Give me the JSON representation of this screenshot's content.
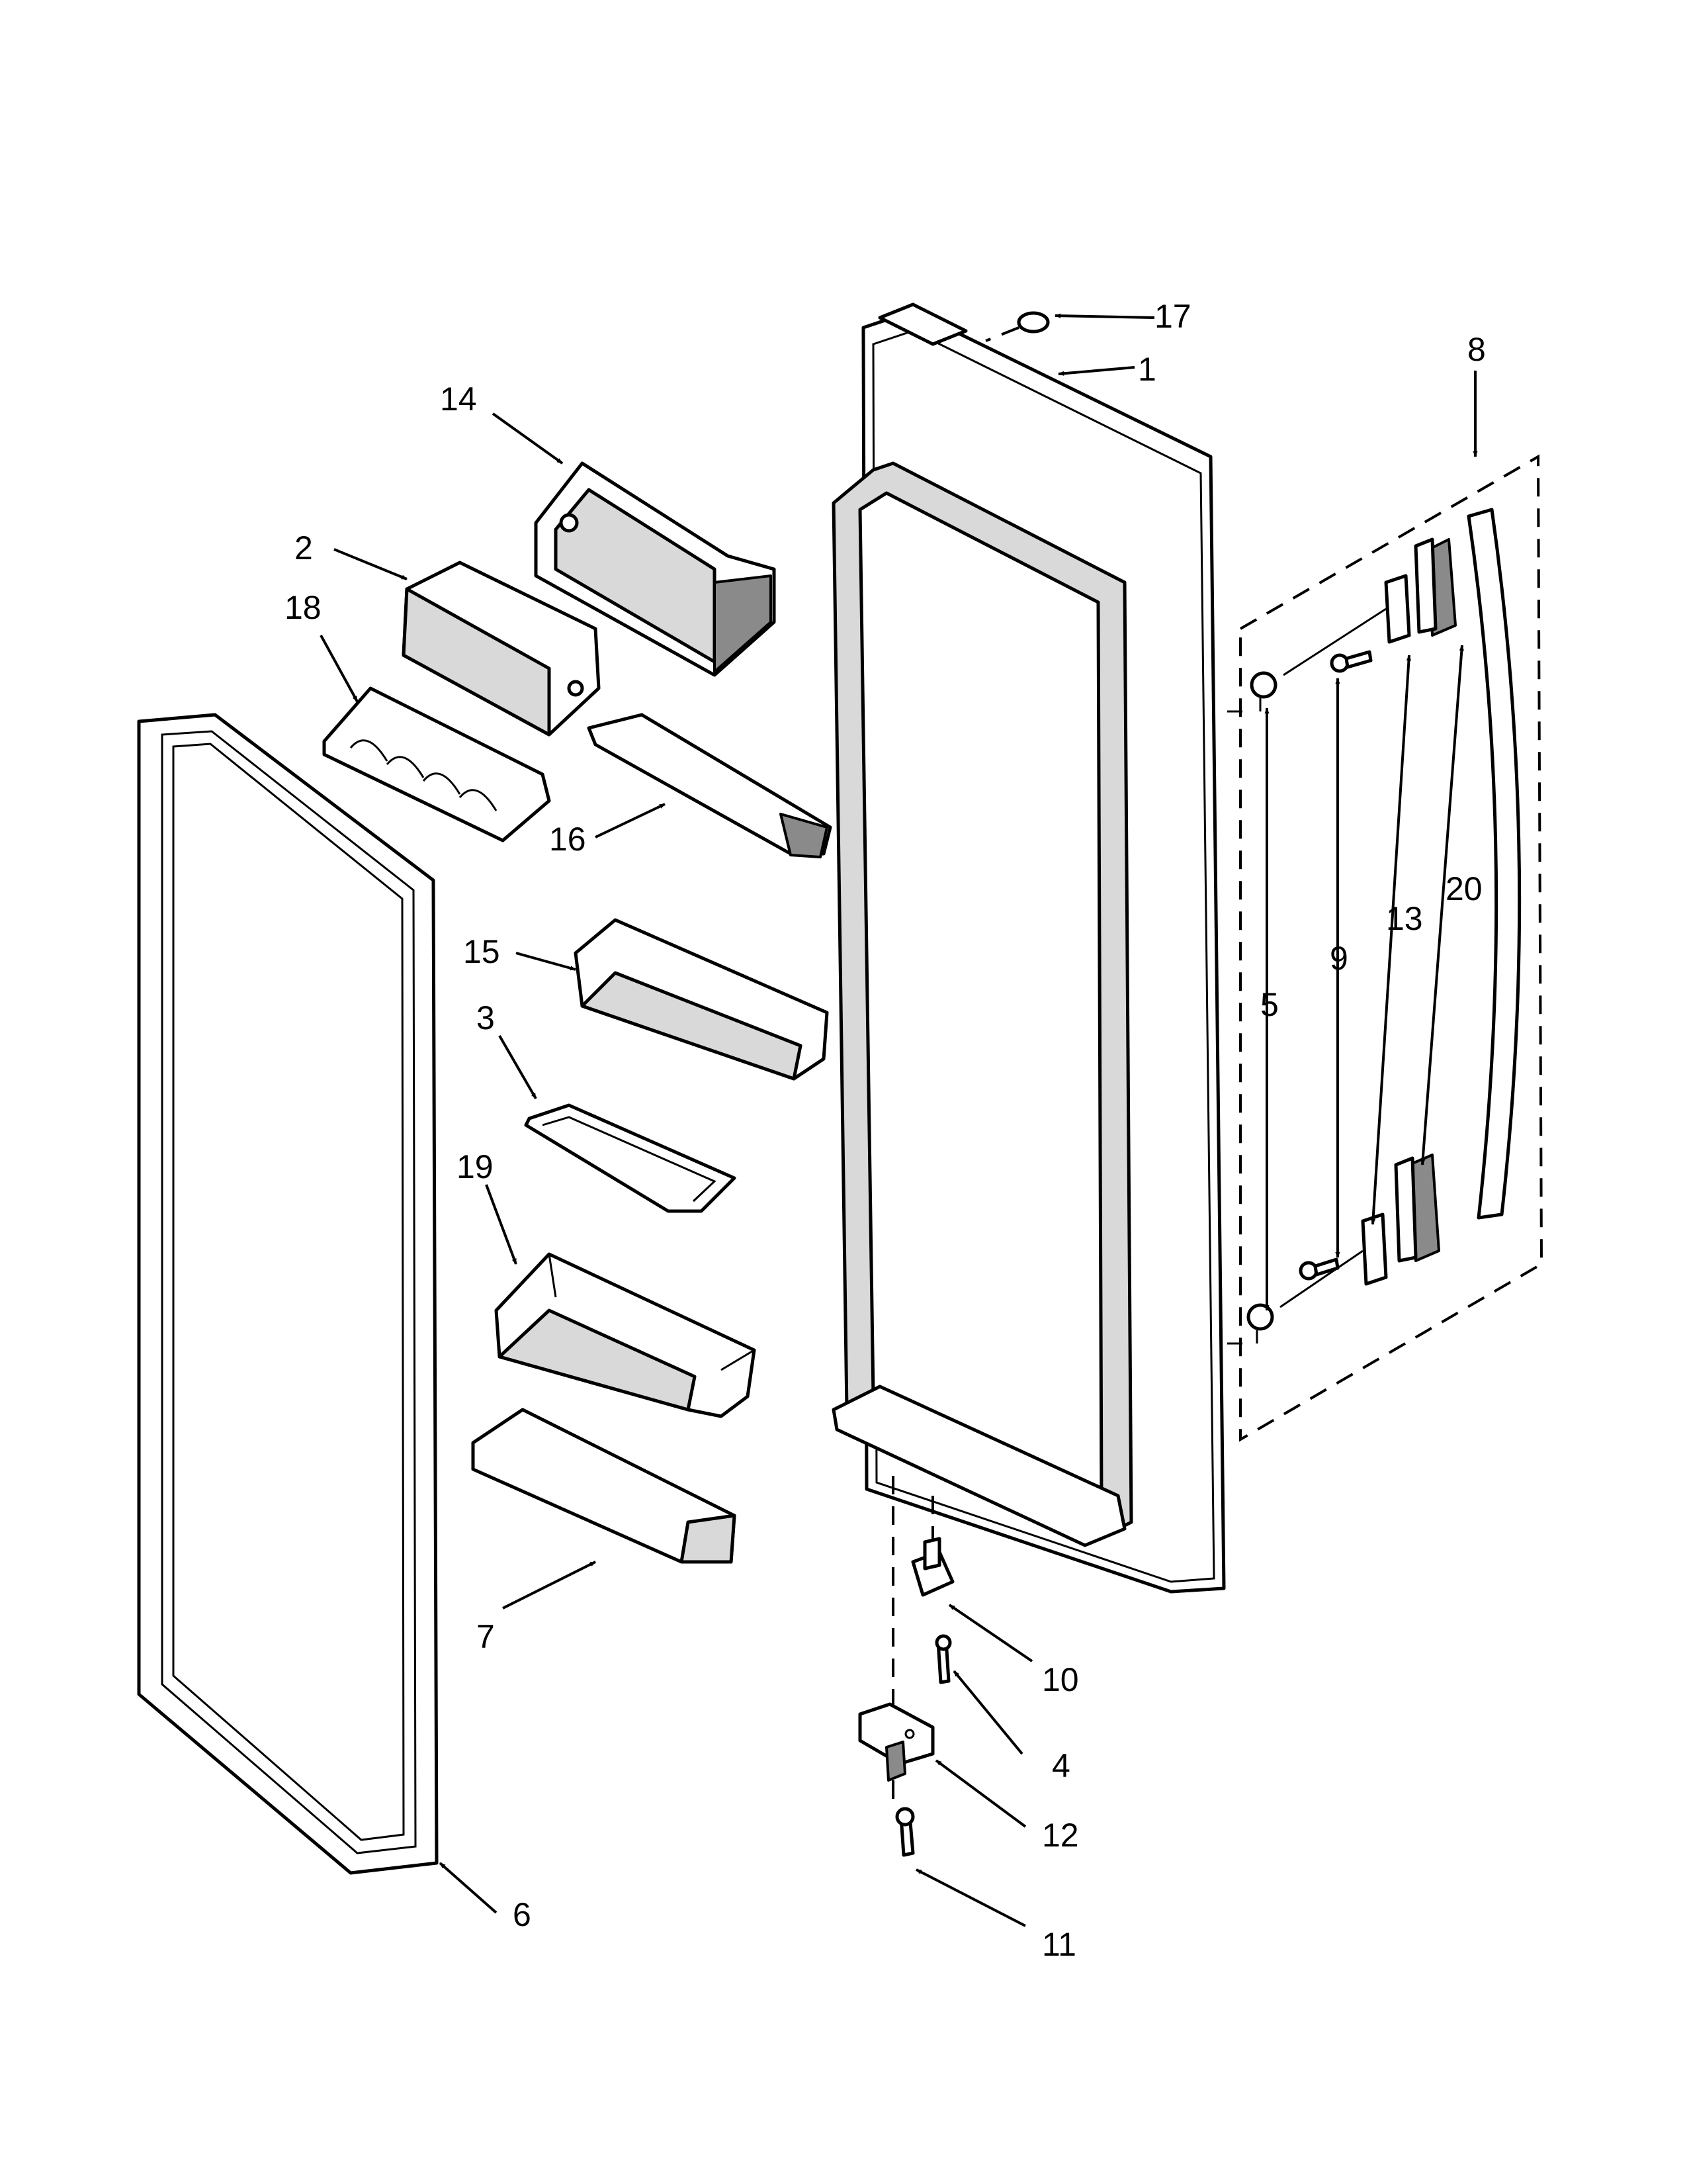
{
  "callouts": [
    {
      "id": "1",
      "label": "1"
    },
    {
      "id": "2",
      "label": "2"
    },
    {
      "id": "3",
      "label": "3"
    },
    {
      "id": "4",
      "label": "4"
    },
    {
      "id": "5",
      "label": "5"
    },
    {
      "id": "6",
      "label": "6"
    },
    {
      "id": "7",
      "label": "7"
    },
    {
      "id": "8",
      "label": "8"
    },
    {
      "id": "9",
      "label": "9"
    },
    {
      "id": "10",
      "label": "10"
    },
    {
      "id": "11",
      "label": "11"
    },
    {
      "id": "12",
      "label": "12"
    },
    {
      "id": "13",
      "label": "13"
    },
    {
      "id": "14",
      "label": "14"
    },
    {
      "id": "15",
      "label": "15"
    },
    {
      "id": "16",
      "label": "16"
    },
    {
      "id": "17",
      "label": "17"
    },
    {
      "id": "18",
      "label": "18"
    },
    {
      "id": "19",
      "label": "19"
    },
    {
      "id": "20",
      "label": "20"
    }
  ],
  "colors": {
    "line": "#000000",
    "shade": "#d9d9d9",
    "background": "#ffffff"
  }
}
